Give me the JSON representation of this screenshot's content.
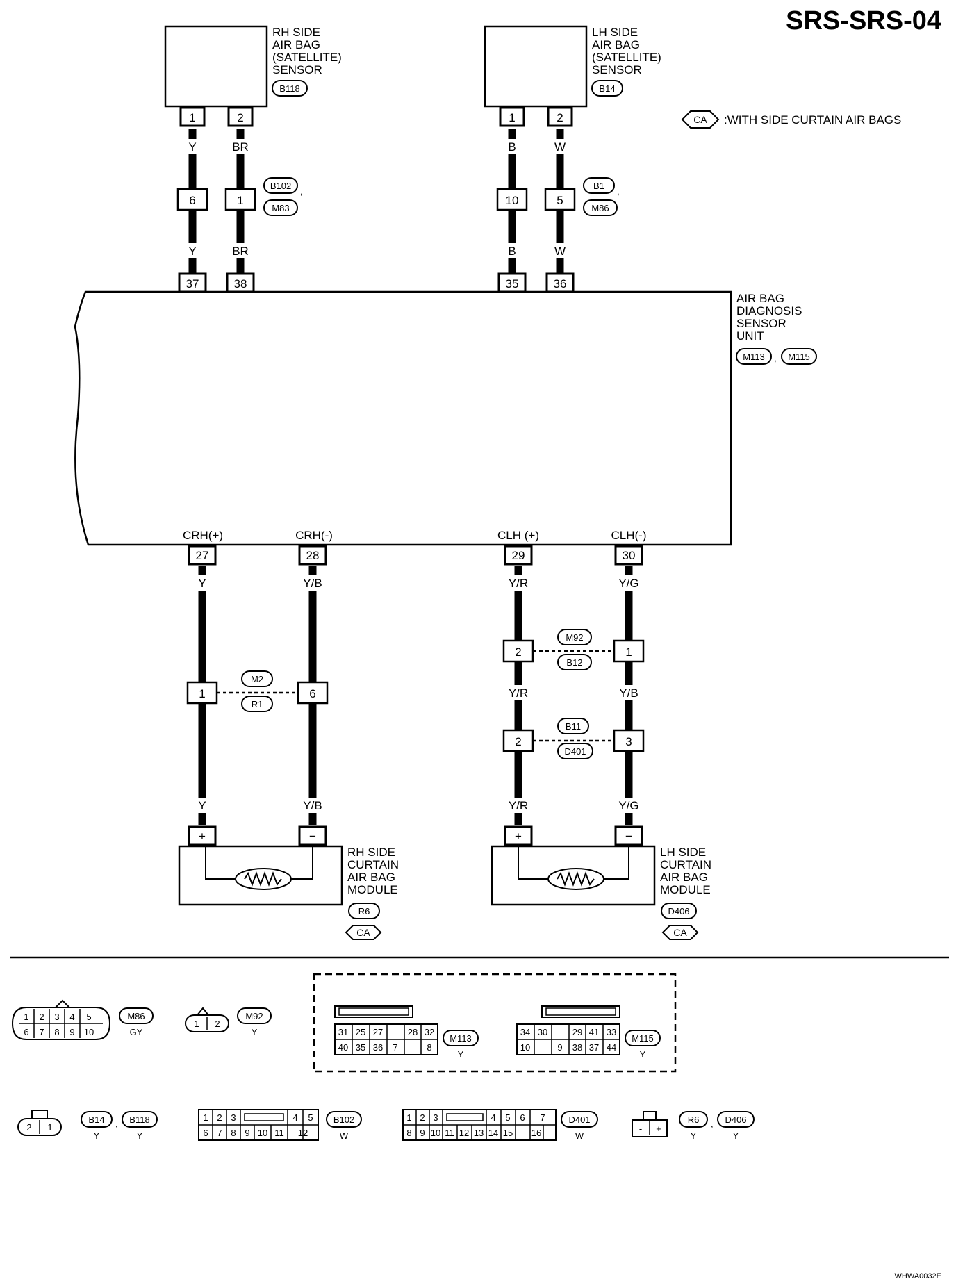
{
  "title": "SRS-SRS-04",
  "figure_code": "WHWA0032E",
  "legend": {
    "tag": "CA",
    "text": ":WITH SIDE CURTAIN AIR BAGS"
  },
  "rh_sensor": {
    "lines": [
      "RH SIDE",
      "AIR BAG",
      "(SATELLITE)",
      "SENSOR"
    ],
    "connector": "B118",
    "pins": [
      "1",
      "2"
    ],
    "wire_top": [
      "Y",
      "BR"
    ],
    "joint_pins": [
      "6",
      "1"
    ],
    "joint_connectors": [
      "B102",
      "M83"
    ],
    "wire_bottom": [
      "Y",
      "BR"
    ]
  },
  "lh_sensor": {
    "lines": [
      "LH SIDE",
      "AIR BAG",
      "(SATELLITE)",
      "SENSOR"
    ],
    "connector": "B14",
    "pins": [
      "1",
      "2"
    ],
    "wire_top": [
      "B",
      "W"
    ],
    "joint_pins": [
      "10",
      "5"
    ],
    "joint_connectors": [
      "B1",
      "M86"
    ],
    "wire_bottom": [
      "B",
      "W"
    ]
  },
  "unit": {
    "lines": [
      "AIR BAG",
      "DIAGNOSIS",
      "SENSOR",
      "UNIT"
    ],
    "connectors": [
      "M113",
      "M115"
    ],
    "top_pins": [
      "37",
      "38",
      "35",
      "36"
    ],
    "bottom_terminals": [
      "CRH(+)",
      "CRH(-)",
      "CLH (+)",
      "CLH(-)"
    ],
    "bottom_pins": [
      "27",
      "28",
      "29",
      "30"
    ]
  },
  "rh_curtain": {
    "wire_top": [
      "Y",
      "Y/B"
    ],
    "joint_pins": [
      "1",
      "6"
    ],
    "joint_connectors": [
      "M2",
      "R1"
    ],
    "wire_bottom": [
      "Y",
      "Y/B"
    ],
    "terminals": [
      "+",
      "−"
    ],
    "lines": [
      "RH SIDE",
      "CURTAIN",
      "AIR BAG",
      "MODULE"
    ],
    "connector": "R6",
    "tag": "CA"
  },
  "lh_curtain": {
    "wire_top": [
      "Y/R",
      "Y/G"
    ],
    "joint1_pins": [
      "2",
      "1"
    ],
    "joint1_connectors": [
      "M92",
      "B12"
    ],
    "wire_mid": [
      "Y/R",
      "Y/B"
    ],
    "joint2_pins": [
      "2",
      "3"
    ],
    "joint2_connectors": [
      "B11",
      "D401"
    ],
    "wire_bottom": [
      "Y/R",
      "Y/G"
    ],
    "terminals": [
      "+",
      "−"
    ],
    "lines": [
      "LH SIDE",
      "CURTAIN",
      "AIR BAG",
      "MODULE"
    ],
    "connector": "D406",
    "tag": "CA"
  },
  "connector_views": {
    "m86": {
      "name": "M86",
      "color": "GY",
      "row1": [
        "1",
        "2",
        "3",
        "4",
        "5"
      ],
      "row2": [
        "6",
        "7",
        "8",
        "9",
        "10"
      ]
    },
    "m92": {
      "name": "M92",
      "color": "Y",
      "pins": [
        "1",
        "2"
      ]
    },
    "m113": {
      "name": "M113",
      "color": "Y",
      "row1": [
        "31",
        "25",
        "27",
        "",
        "28",
        "32"
      ],
      "row2": [
        "40",
        "35",
        "36",
        "7",
        "",
        "8"
      ]
    },
    "m115": {
      "name": "M115",
      "color": "Y",
      "row1": [
        "34",
        "30",
        "",
        "29",
        "41",
        "33"
      ],
      "row2": [
        "10",
        "",
        "9",
        "38",
        "37",
        "44"
      ]
    },
    "b14_b118": {
      "names": [
        "B14",
        "B118"
      ],
      "colors": [
        "Y",
        "Y"
      ],
      "pins": [
        "2",
        "1"
      ]
    },
    "b102": {
      "name": "B102",
      "color": "W",
      "row1": [
        "1",
        "2",
        "3",
        "4",
        "5"
      ],
      "row2": [
        "6",
        "7",
        "8",
        "9",
        "10",
        "11",
        "12"
      ]
    },
    "d401": {
      "name": "D401",
      "color": "W",
      "row1": [
        "1",
        "2",
        "3",
        "4",
        "5",
        "6",
        "7"
      ],
      "row2": [
        "8",
        "9",
        "10",
        "11",
        "12",
        "13",
        "14",
        "15",
        "16"
      ]
    },
    "r6_d406": {
      "names": [
        "R6",
        "D406"
      ],
      "colors": [
        "Y",
        "Y"
      ],
      "pins": [
        "-",
        "+"
      ]
    }
  }
}
